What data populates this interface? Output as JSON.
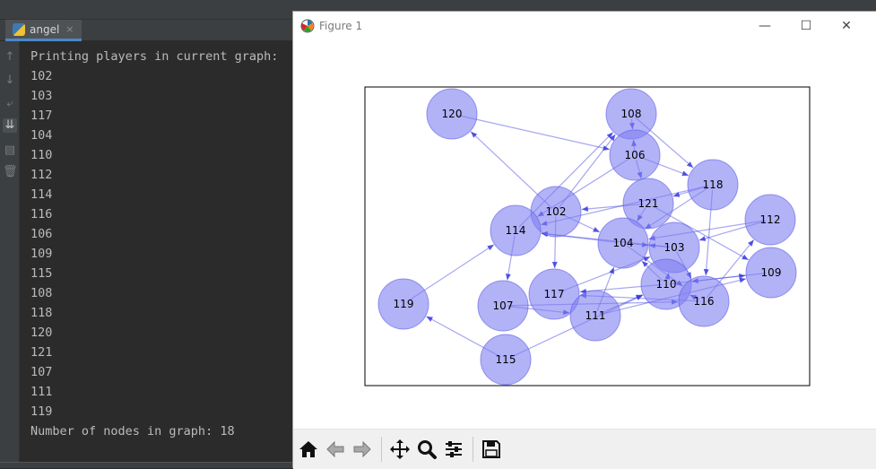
{
  "ide": {
    "run_tab_label": "angel",
    "run_tab_close": "×",
    "console_lines": [
      "Printing players in current graph:",
      "102",
      "103",
      "117",
      "104",
      "110",
      "112",
      "114",
      "116",
      "106",
      "109",
      "115",
      "108",
      "118",
      "120",
      "121",
      "107",
      "111",
      "119",
      "Number of nodes in graph: 18"
    ]
  },
  "figure_window": {
    "title": "Figure 1",
    "minimize": "—",
    "maximize": "☐",
    "close": "✕"
  },
  "chart_data": {
    "type": "network-graph",
    "node_color": "#7f7ff2",
    "edge_color": "#3a3adf",
    "nodes": [
      "120",
      "108",
      "106",
      "118",
      "121",
      "102",
      "112",
      "114",
      "104",
      "103",
      "109",
      "117",
      "110",
      "119",
      "107",
      "116",
      "111",
      "115"
    ],
    "edges": [
      [
        "120",
        "106"
      ],
      [
        "114",
        "108"
      ],
      [
        "102",
        "108"
      ],
      [
        "108",
        "106"
      ],
      [
        "106",
        "108"
      ],
      [
        "108",
        "118"
      ],
      [
        "106",
        "118"
      ],
      [
        "106",
        "121"
      ],
      [
        "106",
        "114"
      ],
      [
        "121",
        "102"
      ],
      [
        "118",
        "121"
      ],
      [
        "118",
        "114"
      ],
      [
        "118",
        "116"
      ],
      [
        "118",
        "104"
      ],
      [
        "121",
        "109"
      ],
      [
        "102",
        "104"
      ],
      [
        "102",
        "117"
      ],
      [
        "102",
        "120"
      ],
      [
        "104",
        "114"
      ],
      [
        "103",
        "114"
      ],
      [
        "104",
        "103"
      ],
      [
        "103",
        "104"
      ],
      [
        "112",
        "103"
      ],
      [
        "112",
        "104"
      ],
      [
        "109",
        "110"
      ],
      [
        "110",
        "104"
      ],
      [
        "110",
        "103"
      ],
      [
        "110",
        "117"
      ],
      [
        "110",
        "109"
      ],
      [
        "116",
        "112"
      ],
      [
        "116",
        "117"
      ],
      [
        "116",
        "110"
      ],
      [
        "111",
        "110"
      ],
      [
        "111",
        "109"
      ],
      [
        "111",
        "104"
      ],
      [
        "107",
        "116"
      ],
      [
        "107",
        "111"
      ],
      [
        "114",
        "107"
      ],
      [
        "119",
        "114"
      ],
      [
        "115",
        "119"
      ],
      [
        "115",
        "110"
      ],
      [
        "117",
        "103"
      ],
      [
        "104",
        "116"
      ],
      [
        "103",
        "116"
      ],
      [
        "121",
        "104"
      ]
    ]
  }
}
